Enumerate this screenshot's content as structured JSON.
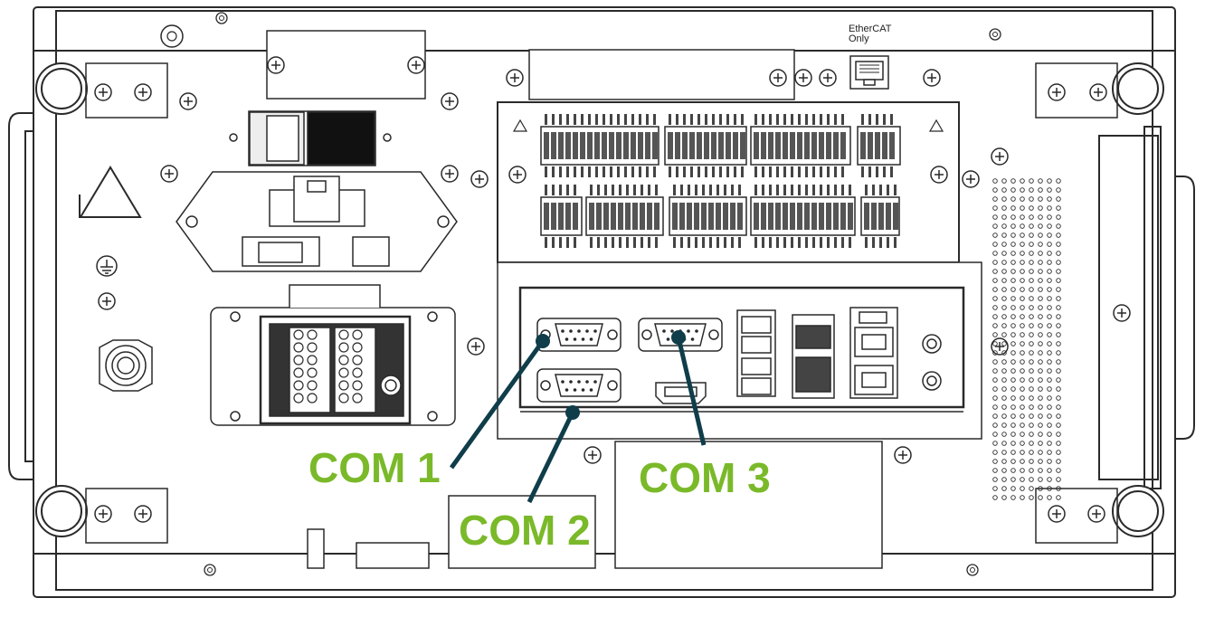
{
  "colors": {
    "accent": "#7ab929",
    "pointer": "#0f3d4a",
    "line": "#2a2a2a",
    "fill_light": "#f7f7f7"
  },
  "panel_label": {
    "line1": "EtherCAT",
    "line2": "Only"
  },
  "callouts": [
    {
      "id": "com1",
      "label": "COM 1"
    },
    {
      "id": "com2",
      "label": "COM 2"
    },
    {
      "id": "com3",
      "label": "COM 3"
    }
  ]
}
